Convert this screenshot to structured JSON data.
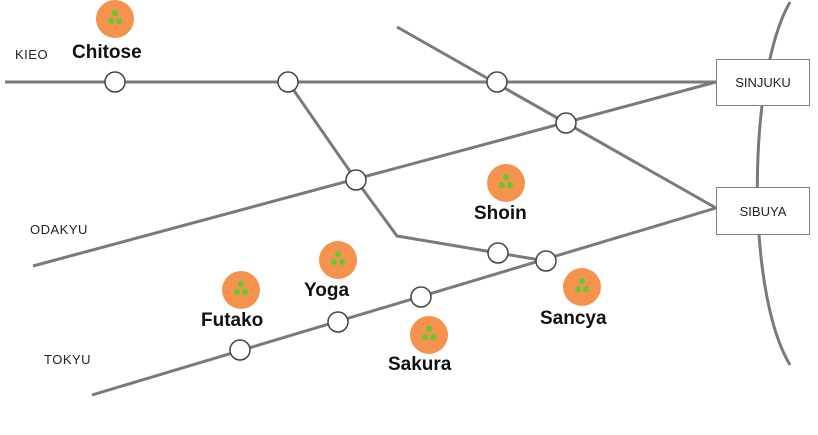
{
  "colors": {
    "rail": "#7a7a7a",
    "station_fill": "#ffffff",
    "station_stroke": "#444444",
    "poi_fill": "#f4924e",
    "poi_dots": "#5ccd2e"
  },
  "lines": {
    "kieo": "KIEO",
    "odakyu": "ODAKYU",
    "tokyu": "TOKYU"
  },
  "terminals": {
    "sinjuku": "SINJUKU",
    "sibuya": "SIBUYA"
  },
  "places": {
    "chitose": "Chitose",
    "shoin": "Shoin",
    "yoga": "Yoga",
    "futako": "Futako",
    "sakura": "Sakura",
    "sancya": "Sancya"
  },
  "poi_icon": "park-marker-icon"
}
